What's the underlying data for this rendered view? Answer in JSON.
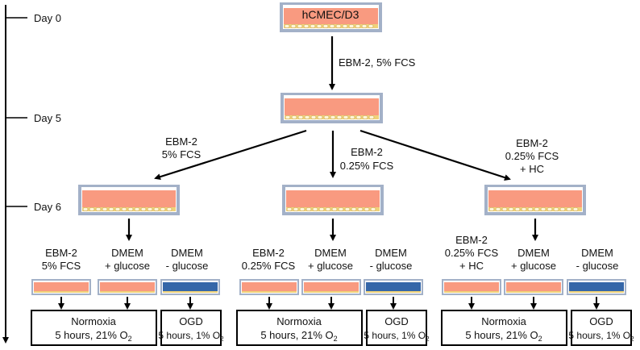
{
  "timeline": {
    "days": [
      "Day 0",
      "Day 5",
      "Day 6"
    ]
  },
  "colors": {
    "medium_pink": "#f99a80",
    "medium_blue": "#3566a8",
    "dish_frame": "#a3b1c8",
    "cells": "#efd27a",
    "arrow": "#000000"
  },
  "top_dish": {
    "label": "hCMEC/D3"
  },
  "step1": {
    "condition": [
      "EBM-2, 5% FCS"
    ]
  },
  "branches": [
    {
      "condition": [
        "EBM-2",
        "5% FCS"
      ]
    },
    {
      "condition": [
        "EBM-2",
        "0.25% FCS"
      ]
    },
    {
      "condition": [
        "EBM-2",
        "0.25% FCS",
        "+ HC"
      ]
    }
  ],
  "groups": [
    {
      "media": [
        {
          "lines": [
            "EBM-2",
            "5% FCS"
          ],
          "color": "pink"
        },
        {
          "lines": [
            "DMEM",
            "+ glucose"
          ],
          "color": "pink"
        },
        {
          "lines": [
            "DMEM",
            "- glucose"
          ],
          "color": "blue"
        }
      ],
      "outcomes": [
        {
          "title": "Normoxia",
          "detail": "5 hours, 21% O",
          "sub": "2"
        },
        {
          "title": "OGD",
          "detail": "5 hours, 1% O",
          "sub": "2"
        }
      ]
    },
    {
      "media": [
        {
          "lines": [
            "EBM-2",
            "0.25% FCS"
          ],
          "color": "pink"
        },
        {
          "lines": [
            "DMEM",
            "+ glucose"
          ],
          "color": "pink"
        },
        {
          "lines": [
            "DMEM",
            "- glucose"
          ],
          "color": "blue"
        }
      ],
      "outcomes": [
        {
          "title": "Normoxia",
          "detail": "5 hours, 21% O",
          "sub": "2"
        },
        {
          "title": "OGD",
          "detail": "5 hours, 1% O",
          "sub": "2"
        }
      ]
    },
    {
      "media": [
        {
          "lines": [
            "EBM-2",
            "0.25% FCS",
            "+ HC"
          ],
          "color": "pink"
        },
        {
          "lines": [
            "DMEM",
            "+ glucose"
          ],
          "color": "pink"
        },
        {
          "lines": [
            "DMEM",
            "- glucose"
          ],
          "color": "blue"
        }
      ],
      "outcomes": [
        {
          "title": "Normoxia",
          "detail": "5 hours, 21% O",
          "sub": "2"
        },
        {
          "title": "OGD",
          "detail": "5 hours, 1% O",
          "sub": "2"
        }
      ]
    }
  ]
}
